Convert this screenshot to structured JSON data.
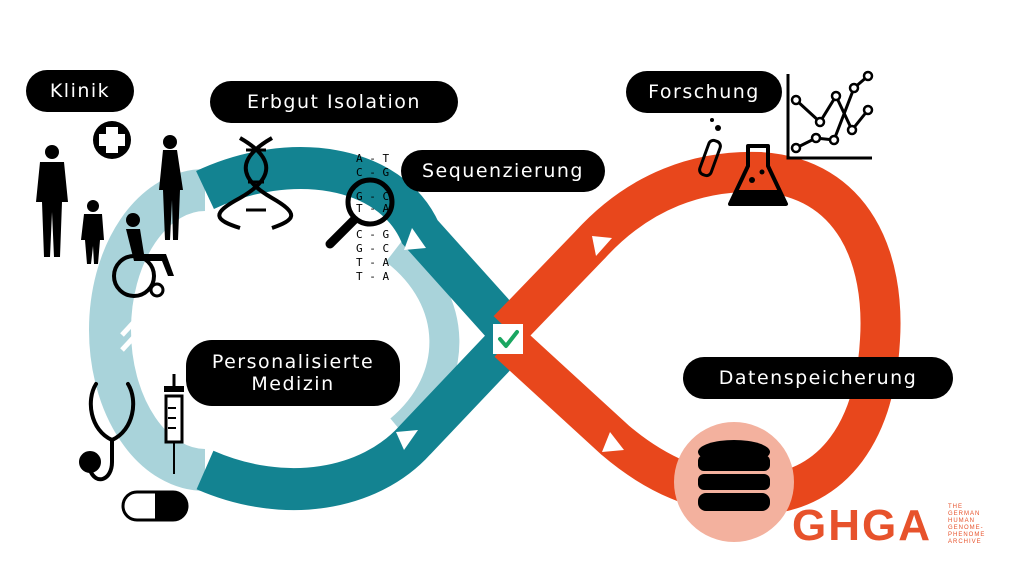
{
  "colors": {
    "teal": "#138391",
    "light_teal": "#a9d3da",
    "orange": "#e8471c",
    "peach": "#f3b19e",
    "check_green": "#1aa661",
    "black": "#000000"
  },
  "labels": {
    "klinik": "Klinik",
    "erbgut": "Erbgut Isolation",
    "sequenzierung": "Sequenzierung",
    "forschung": "Forschung",
    "personalisierte_line1": "Personalisierte",
    "personalisierte_line2": "Medizin",
    "datenspeicherung": "Datenspeicherung"
  },
  "sequence": [
    "A - T",
    "C - G",
    "G - C",
    "T - A",
    "C - G",
    "G - C",
    "T - A",
    "T - A"
  ],
  "logo": {
    "mark": "GHGA",
    "lines": [
      "THE",
      "GERMAN",
      "HUMAN",
      "GENOME-",
      "PHENOME",
      "ARCHIVE"
    ]
  },
  "icons": [
    "family-silhouette-icon",
    "medical-cross-icon",
    "wheelchair-icon",
    "dna-helix-icon",
    "magnifier-icon",
    "test-tube-icon",
    "flask-icon",
    "line-chart-icon",
    "stethoscope-icon",
    "syringe-icon",
    "pill-icon",
    "database-icon",
    "checkmark-icon",
    "chevron-up-icon"
  ]
}
